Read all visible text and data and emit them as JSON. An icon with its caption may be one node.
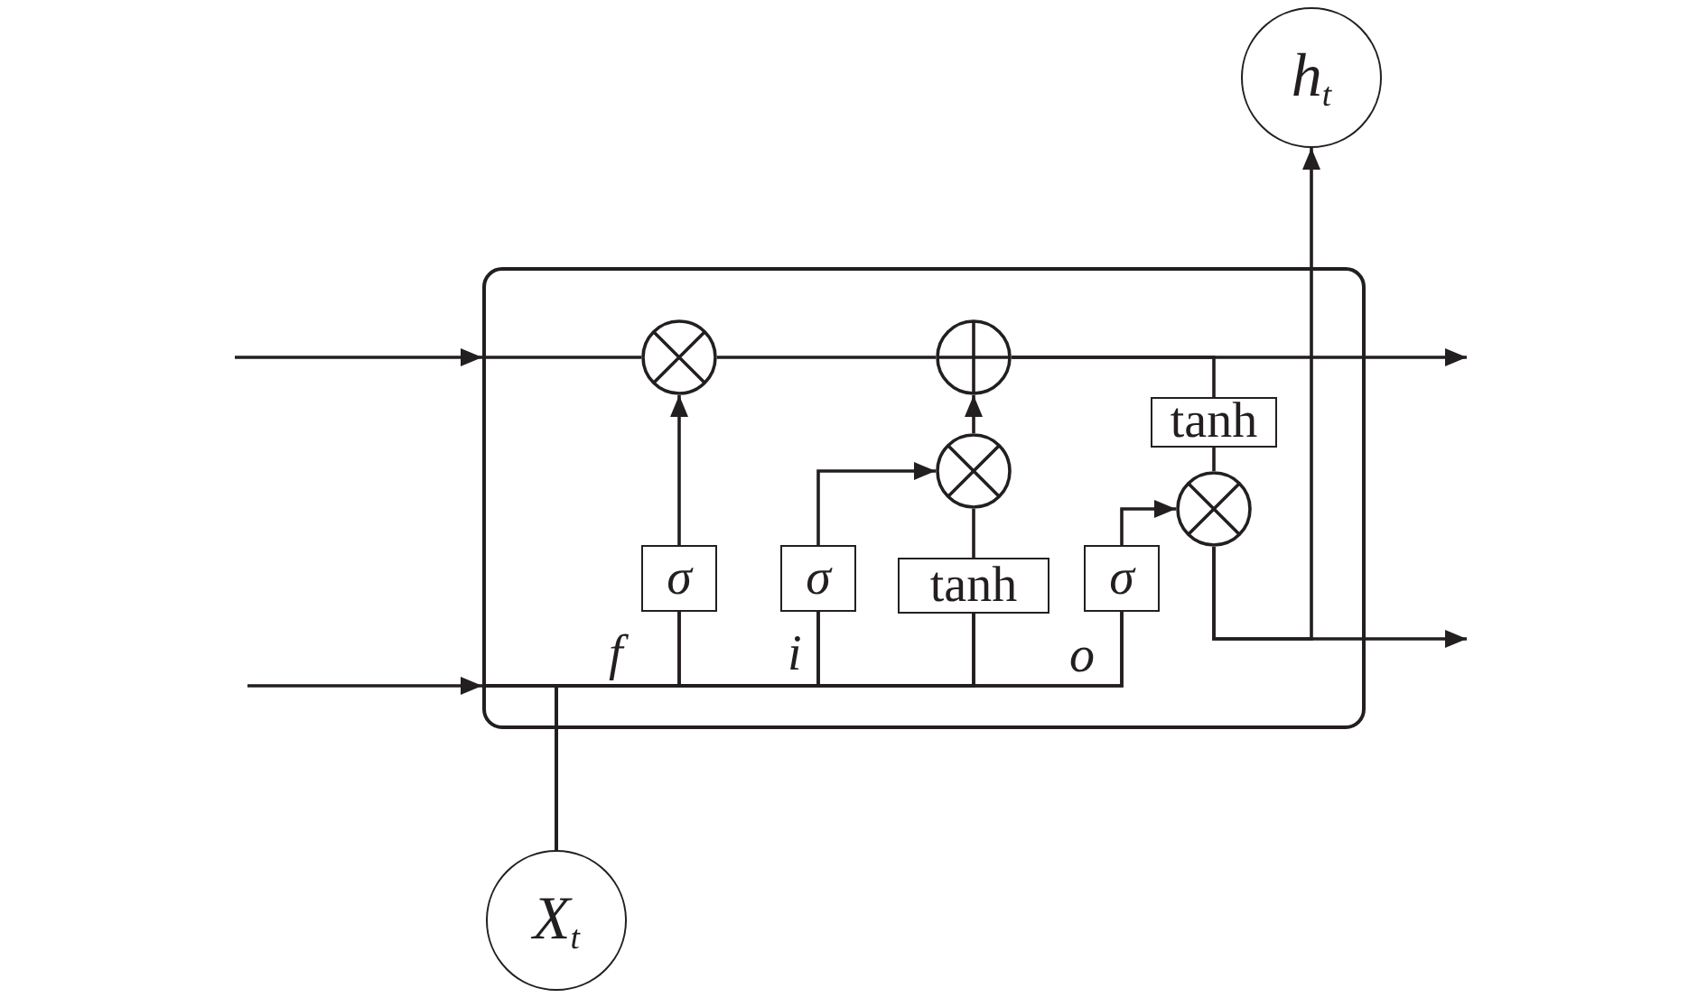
{
  "diagram": {
    "nodes": [
      {
        "text": [
          "h$_{t}$"
        ]
      },
      {
        "text": [],
        "shape": "box"
      },
      {
        "text": [],
        "shape": "circle",
        "in": 1
      },
      {
        "text": [],
        "shape": "circle",
        "in": 1
      },
      {
        "text": [],
        "shape": "circle",
        "in": 1
      },
      {
        "text": [
          "tanh"
        ],
        "in": 1
      },
      {
        "text": [],
        "shape": "circle",
        "in": 1
      },
      {
        "text": [
          "σ"
        ],
        "in": 1,
        "beside": [
          "f"
        ]
      },
      {
        "text": [
          "σ"
        ],
        "in": 1,
        "beside": [
          "i"
        ]
      },
      {
        "text": [
          "tanh"
        ],
        "in": 1
      },
      {
        "text": [
          "σ"
        ],
        "in": 1,
        "beside": [
          "o"
        ]
      },
      {
        "text": [
          "X$_{t}$"
        ]
      }
    ],
    "edges": [
      {
        "from": null,
        "to": 1,
        "arrow": "to"
      },
      {
        "from": 1,
        "to": 2,
        "arrow": "none"
      },
      {
        "from": 2,
        "to": 3,
        "arrow": "none"
      },
      {
        "from": 3,
        "to": null,
        "arrow": "to"
      },
      {
        "from": 3,
        "to": 5,
        "arrow": "none"
      },
      {
        "from": 5,
        "to": 6,
        "arrow": "none"
      },
      {
        "from": 6,
        "to": null,
        "arrow": "to"
      },
      {
        "from": 6,
        "to": 0,
        "arrow": "to"
      },
      {
        "from": null,
        "to": 1,
        "arrow": "to"
      },
      {
        "from": 1,
        "to": 7,
        "arrow": "none"
      },
      {
        "from": 1,
        "to": 8,
        "arrow": "none"
      },
      {
        "from": 1,
        "to": 9,
        "arrow": "none"
      },
      {
        "from": 1,
        "to": 10,
        "arrow": "none"
      },
      {
        "from": 11,
        "to": 7,
        "arrow": "none"
      },
      {
        "from": 11,
        "to": 8,
        "arrow": "none"
      },
      {
        "from": 11,
        "to": 9,
        "arrow": "none"
      },
      {
        "from": 11,
        "to": 10,
        "arrow": "none"
      },
      {
        "from": 7,
        "to": 2,
        "arrow": "to"
      },
      {
        "from": 8,
        "to": 4,
        "arrow": "to"
      },
      {
        "from": 9,
        "to": 4,
        "arrow": "none"
      },
      {
        "from": 4,
        "to": 3,
        "arrow": "to"
      },
      {
        "from": 10,
        "to": 6,
        "arrow": "to"
      }
    ]
  }
}
